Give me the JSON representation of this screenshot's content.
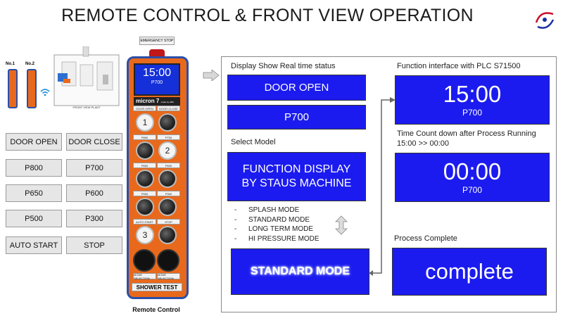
{
  "title": "REMOTE CONTROL & FRONT VIEW OPERATION",
  "left": {
    "no1": "No.1",
    "no2": "No.2",
    "plant_label": "FRONT VIEW PLANT",
    "buttons": [
      "DOOR OPEN",
      "DOOR CLOSE",
      "P800",
      "P700",
      "P650",
      "P600",
      "P500",
      "P300",
      "AUTO START",
      "STOP"
    ]
  },
  "remote": {
    "emergency": "EMERGENCY STOP",
    "screen_time": "15:00",
    "screen_prog": "P700",
    "brand": "micron 7",
    "brand_sub": "made by HBC",
    "labels": [
      "DOOR OPEN",
      "DOOR CLOSE",
      "P800",
      "P700",
      "P650",
      "P600",
      "P500",
      "P300",
      "AUTO START",
      "STOP",
      "MODE SELECTION",
      "MODE SELECTION"
    ],
    "num1": "1",
    "num2": "2",
    "num3": "3",
    "shower_test": "SHOWER TEST",
    "caption": "Remote Control"
  },
  "panel": {
    "display_label": "Display Show Real time status",
    "door_open": "DOOR OPEN",
    "p700": "P700",
    "select_label": "Select Model",
    "function_line1": "FUNCTION DISPLAY",
    "function_line2": "BY STAUS MACHINE",
    "modes": [
      "SPLASH MODE",
      "STANDARD MODE",
      "LONG TERM MODE",
      "HI PRESSURE MODE"
    ],
    "standard_mode": "STANDARD MODE",
    "plc_label": "Function interface with PLC S71500",
    "plc_time": "15:00",
    "plc_prog": "P700",
    "countdown_label1": "Time Count down after Process Running",
    "countdown_label2": "15:00 >> 00:00",
    "count_time": "00:00",
    "count_prog": "P700",
    "complete_label": "Process Complete",
    "complete": "complete"
  },
  "colors": {
    "blue_box": "#1b1bef",
    "remote_orange": "#e8691c",
    "remote_frame": "#2b4fa8"
  }
}
